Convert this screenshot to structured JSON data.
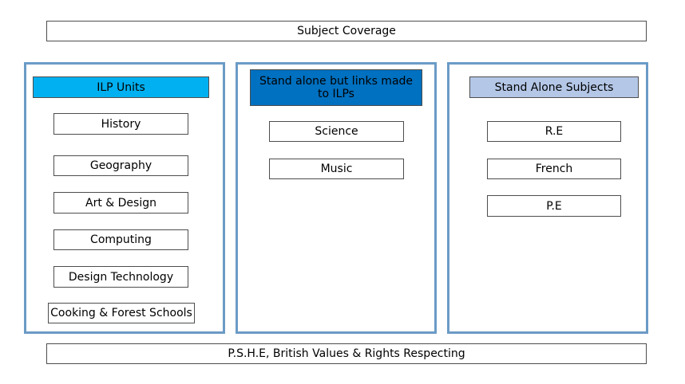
{
  "title": "Subject Coverage",
  "footer": "P.S.H.E, British Values & Rights Respecting",
  "columns": [
    {
      "heading": "ILP Units",
      "heading_color": "#00b0f0",
      "items": [
        "History",
        "Geography",
        "Art & Design",
        "Computing",
        "Design Technology",
        "Cooking & Forest Schools"
      ]
    },
    {
      "heading": "Stand alone but links made to ILPs",
      "heading_color": "#0070c0",
      "items": [
        "Science",
        "Music"
      ]
    },
    {
      "heading": "Stand Alone Subjects",
      "heading_color": "#b4c7e7",
      "items": [
        "R.E",
        "French",
        "P.E"
      ]
    }
  ],
  "colors": {
    "panel_border": "#6b9bc6",
    "box_border": "#4d4d4d"
  }
}
